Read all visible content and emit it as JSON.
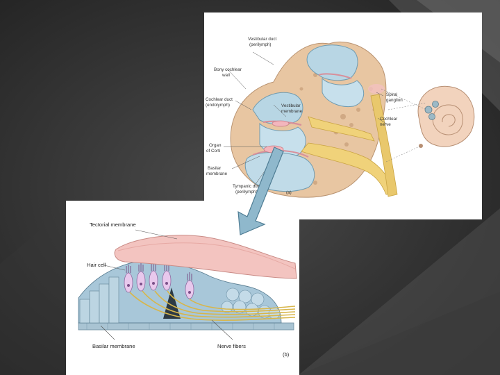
{
  "slide": {
    "background_color": "#2b2b2b",
    "accent_color": "#6b6b6b"
  },
  "panel_a": {
    "labels": {
      "vestibular_duct": [
        "Vestibular duct",
        "(perilymph)"
      ],
      "bony_wall": [
        "Bony cochlear",
        "wall"
      ],
      "cochlear_duct": [
        "Cochlear duct",
        "(endolymph)"
      ],
      "vestibular_membrane": [
        "Vestibular",
        "membrane"
      ],
      "organ_of_corti": [
        "Organ",
        "of Corti"
      ],
      "basilar_membrane": [
        "Basilar",
        "membrane"
      ],
      "tympanic_duct": [
        "Tympanic duct",
        "(perilymph)"
      ],
      "spiral_ganglion": [
        "Spiral",
        "ganglion"
      ],
      "cochlear_nerve": [
        "Cochlear",
        "nerve"
      ]
    },
    "tag": "(a)"
  },
  "panel_b": {
    "labels": {
      "tectorial_membrane": "Tectorial membrane",
      "hair_cell": "Hair cell",
      "basilar_membrane": "Basilar membrane",
      "nerve_fibers": "Nerve fibers"
    },
    "tag": "(b)"
  },
  "arrow": {
    "color": "#8fb8cc",
    "icon": "down-arrow-icon"
  }
}
